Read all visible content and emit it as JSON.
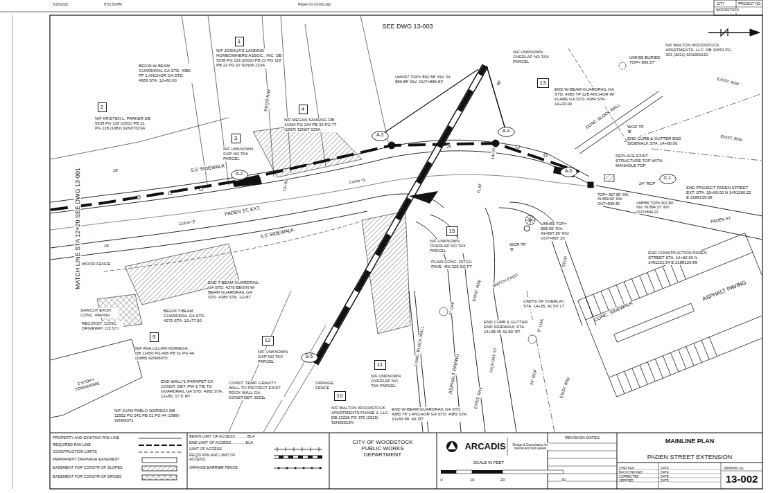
{
  "diagram": {
    "title": "MAINLINE PLAN",
    "nodes": [
      {
        "text": [
          "1"
        ]
      },
      {
        "text": [
          "2"
        ]
      },
      {
        "text": [
          "3"
        ]
      },
      {
        "text": [
          "4"
        ]
      },
      {
        "text": [
          "13"
        ]
      },
      {
        "text": [
          "A-2"
        ]
      },
      {
        "text": [
          "A-3"
        ]
      },
      {
        "text": [
          "A-4"
        ]
      },
      {
        "text": [
          "A-5"
        ]
      },
      {
        "text": [
          "C-1"
        ]
      },
      {
        "text": [
          "15"
        ]
      },
      {
        "text": [
          "9"
        ]
      },
      {
        "text": [
          "12"
        ]
      },
      {
        "text": [
          "B-5"
        ]
      },
      {
        "text": [
          "11"
        ]
      },
      {
        "text": [
          "10"
        ]
      }
    ],
    "labels": [
      "5/25/2022",
      "8:53:36 PM",
      "Paden-St-13-002.dgn",
      "CITY",
      "PROJECT NO.",
      "WOODSTOCK",
      "SEE DWG 13-003",
      "MATCH LINE STA 12+20 SEE DWG 13-001",
      "N/F JOSHUA'S LANDING HOMEOWNERS ASSOC., INC. DB 5338 PG 119 (2002) PB 21 PG 118 PB 22 PG 97 92N06 133A",
      "N/F KRISTEN L. PARKER DB 5338 PG 119 (2002) PB 21 PG 118 (1982) 92N07023A",
      "N/F UNKNOWN GAP NO TAX PARCEL",
      "N/F MEGAN SANSING DB 14264 PG 244 PB 33 PG 77 (1997) 92N07 023A",
      "N/F UNKNOWN OVERLAP NO TAX PARCEL",
      "N/F WALTON WOODSTOCK APARTMENTS, LLC. DB 11553 PG 303 (2011) 92N05013C",
      "BEGIN W-BEAM GUARDRAIL GA STD. 4380 TP 1 ANCHOR GA STD. 4383 STA. 12+60.00",
      "END W-BEAM GUARDRAIL GA STD. 4380 TP 12B ANCHOR W/ FLARE GA STD. 4384 STA. 14+10.00",
      "UMH55 BURIED TOP= 893.57'",
      "UMH57 TOP= 892.58' INV. IN 886.88' INV. OUT=886.83'",
      "CONC. BLOCK WALL",
      "EXIST. R/W",
      "EXIST. R/W",
      "END CURB & GUTTER END SIDEWALK STA. 14+60.00",
      "REPLACE EXIST. STRUCTURE TOP WITH MANHOLE TOP",
      "END PROJECT PADEN STREET EXT. STA. 15+00.00 N 1491260.22 E 2188139.08",
      "24\" RCP",
      "TOP= 907.65' INV. IN 899.60' INV. OUT=899.45'",
      "UMH56 TOP= 901.84' INV. IN 894.37' INV. OUT=894.21'",
      "END CONSTRUCTION PADEN STREET STA. 14+60.00 N 1491221.54 E 2188129.89",
      "PADEN ST",
      "ASPHALT PAVING",
      "CONC. SIDEWALK",
      "LIMITS OF OVERLAY STA. 14+35, 41.50' LT",
      "UMH55 TOP= 908.66' INV. IN=897.36' INV. OUT=897.16'",
      "WCR TP. 'B'",
      "WCR TP. 'B'",
      "STOP",
      "END CURB & GUTTER END SIDEWALK STA. 14+08.45 41.50' RT",
      "MATCH EXIST.",
      "5.5' SIDEWALK",
      "5.5' SIDEWALK",
      "Curve *3",
      "Curve *2",
      "PADEN ST. EXT.",
      "N/F UNKNOWN OVERLAP NO TAX PARCEL",
      "PLAIN CONC. DITCH PAVE. 4IN 325 SQ FT",
      "EXIST. R/W",
      "FLAT",
      "WOOD FENCE",
      "SAWCUT EXIST. CONC. PAVING",
      "RECONST. CONC. DRIVEWAY (13 SY)",
      "BEGIN T-BEAM GUARDRAIL GA STD. 4270 STA. 12+77.50",
      "END T-BEAM GUARDRAIL GA STD. 4270 BEGIN W-BEAM GUARDRAIL GA STD. 4380 STA. 12+87",
      "N/F ANA LILLIAN NORIEGA DB 11450 PG 436 PB 31 PG 44 (1986) 92N06070",
      "2 STORY TOWNHOME",
      "END WALL*1-PARAPET GA CONST. DET. PW-1 TIE TO GUARDRAIL GA STD. 4382 STA. 12+80, 17.5' RT",
      "N/F JUAN PABLO NORIEGA DB 11932 PG 241 PB 31 PG 44 (1986) 92N06071",
      "N/F UNKNOWN GAP NO TAX PARCEL",
      "CONST. TEMP. GRAVITY WALL TO PROTECT EXIST. ROCK WALL GA CONST.DET. 9031L",
      "N/F WALTON WOODSTOCK APARTMENTS PHASE 2, LLC. DB 13226 PG 370 (2015) 92N05013N",
      "ORANGE FENCE",
      "N/F UNKNOWN OVERLAP NO TAX PARCEL",
      "END W-BEAM GUARDRAIL GA STD. 4380 TP 1 ANCHOR GA STD. 4383 STA. 13+59.58, 40' RT",
      "CONC. BLOCK WALL",
      "ASPHALT PAVING",
      "EXIST. R/W",
      "24\" RCP",
      "HICKORY ST",
      "EXIST. R/W",
      "REQ'D R/W",
      "13+00",
      "14+00",
      "18'",
      "18'",
      "48'",
      "25'",
      "6\" OAK",
      "5\" OAK",
      "CITY OF WOODSTOCK PUBLIC WORKS DEPARTMENT",
      "ARCADIS",
      "Design & Consultancy for natural and built assets",
      "SCALE IN FEET",
      "0",
      "10",
      "20",
      "40",
      "REVISION DATES",
      "PADEN STREET EXTENSION",
      "CHECKED:",
      "BACKCHECKED:",
      "CORRECTED:",
      "VERIFIED:",
      "DATE:",
      "DATE:",
      "DATE:",
      "DATE:",
      "DRAWING No.",
      "13-002"
    ],
    "legend": [
      {
        "text": "PROPERTY AND EXISTING R/W LINE"
      },
      {
        "text": "REQUIRED R/W LINE"
      },
      {
        "text": "CONSTRUCTION LIMITS"
      },
      {
        "text": "PERMANENT DRAINAGE EASEMENT"
      },
      {
        "text": "EASEMENT FOR CONSTR OF SLOPES"
      },
      {
        "text": "EASEMENT FOR CONSTR OF DRIVES"
      },
      {
        "text": "BEGIN LIMIT OF ACCESS............BLA"
      },
      {
        "text": "END LIMIT OF ACCESS..............ELA"
      },
      {
        "text": "LIMIT OF ACCESS"
      },
      {
        "text": "REQ'D R/W AND LIMIT OF ACCESS"
      },
      {
        "text": "ORANGE BARRIER FENCE"
      }
    ]
  }
}
